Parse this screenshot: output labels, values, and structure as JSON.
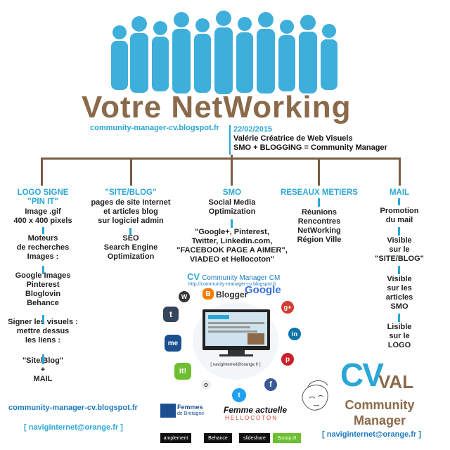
{
  "title": "Votre NetWorking",
  "blog_url": "community-manager-cv.blogspot.fr",
  "info": {
    "date": "22/02/2015",
    "author": "Valérie Créatrice de Web Visuels",
    "formula": "SMO + BLOGGING = Community Manager"
  },
  "branches": [
    {
      "header": [
        "LOGO SIGNE",
        "\"PIN IT\""
      ],
      "groups": [
        [
          "Image .gif",
          "400 x 400 pixels"
        ],
        [
          "Moteurs",
          "de recherches",
          "Images :"
        ],
        [
          "Google Images",
          "Pinterest",
          "Bloglovin",
          "Behance"
        ],
        [
          "Signer  les visuels :",
          "mettre dessus",
          "les liens :"
        ],
        [
          "\"Site/Blog\"",
          "+",
          "MAIL"
        ]
      ]
    },
    {
      "header": [
        "\"SITE/BLOG\""
      ],
      "groups": [
        [
          "pages de site Internet",
          "et articles blog",
          "sur logiciel admin"
        ],
        [
          "SEO",
          "Search Engine",
          "Optimization"
        ]
      ]
    },
    {
      "header": [
        "SMO"
      ],
      "groups": [
        [
          "Social Media",
          "Optimization"
        ],
        [
          "\"Google+, Pinterest,",
          "Twitter, Linkedin.com,",
          "\"FACEBOOK PAGE A AIMER\",",
          "VIADEO et Hellocoton\""
        ]
      ]
    },
    {
      "header": [
        "RESEAUX METIERS"
      ],
      "groups": [
        [
          "Réunions",
          "Rencontres",
          "NetWorking",
          "Région Ville"
        ]
      ]
    },
    {
      "header": [
        "MAIL"
      ],
      "groups": [
        [
          "Promotion",
          "du mail"
        ],
        [
          "Visible",
          "sur le",
          "\"SITE/BLOG\""
        ],
        [
          "Visible",
          "sur les",
          "articles",
          "SMO"
        ],
        [
          "Lisible",
          "sur le",
          "LOGO"
        ]
      ]
    }
  ],
  "bottom_left": {
    "url": "community-manager-cv.blogspot.fr",
    "email": "[ naviginternet@orange.fr ]"
  },
  "collage": {
    "cv_label": "CV",
    "cv_title": "Community Manager CM",
    "cv_url": "http://community-manager-cv.blogspot.fr",
    "blogger": "Blogger",
    "google": "Google",
    "screen_caption": "[ naviginternet@orange.fr ]",
    "femmes": [
      "Femmes",
      "de Bretagne"
    ],
    "femme_actuelle": "Femme actuelle",
    "hellocoton": "HELLOCOTON",
    "logos": [
      "amplement",
      "Behance",
      "slideshare",
      "Scoop.it!"
    ],
    "icons": [
      "wordpress-icon",
      "tumblr-icon",
      "viadeo-icon",
      "scoopit-icon",
      "twitter-icon",
      "facebook-icon",
      "linkedin-icon",
      "pinterest-icon",
      "googleplus-icon"
    ]
  },
  "logo": {
    "cv": "CV",
    "val": "VAL",
    "line1": "Community",
    "line2": "Manager",
    "email": "[ naviginternet@orange.fr ]"
  },
  "colors": {
    "brown": "#8b6a4a",
    "cyan": "#2aa7d6",
    "line": "#7a5c45"
  }
}
